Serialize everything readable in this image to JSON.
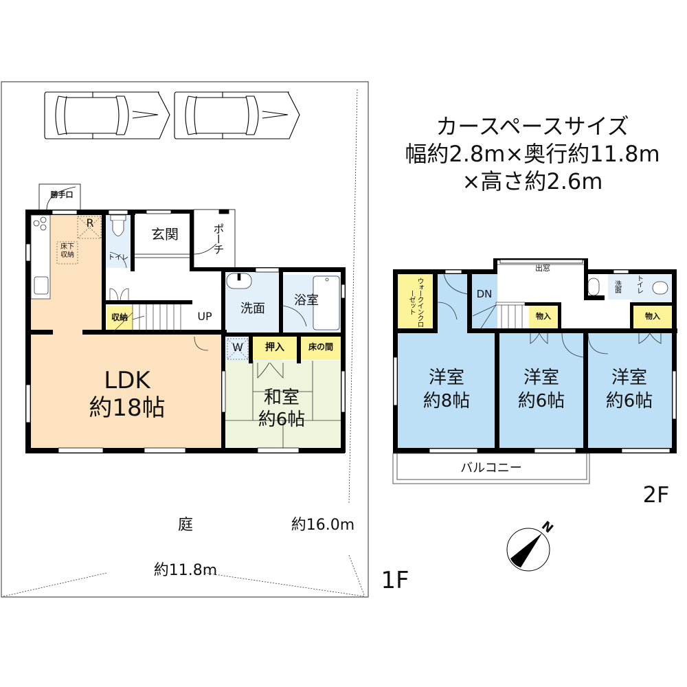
{
  "car_space": {
    "title": "カースペースサイズ",
    "line2": "幅約2.8m×奥行約11.8m",
    "line3": "×高さ約2.6m"
  },
  "floor1": {
    "label": "1F",
    "rooms": {
      "ldk": {
        "name": "LDK",
        "size": "約18帖"
      },
      "washitsu": {
        "name": "和室",
        "size": "約6帖"
      },
      "genkan": "玄関",
      "porch": "ポーチ",
      "toilet": "トイレ",
      "senmen": "洗面",
      "yokushitsu": "浴室",
      "shuno": "収納",
      "oshiire": "押入",
      "tokonoma": "床の間",
      "katteguchi": "勝手口",
      "yukashita": "床下収納",
      "refrigerator": "R",
      "washer": "W",
      "stairs_up": "UP"
    },
    "garden": "庭",
    "dim_depth": "約16.0m",
    "dim_width": "約11.8m"
  },
  "floor2": {
    "label": "2F",
    "rooms": {
      "yoshitsu1": {
        "name": "洋室",
        "size": "約8帖"
      },
      "yoshitsu2": {
        "name": "洋室",
        "size": "約6帖"
      },
      "yoshitsu3": {
        "name": "洋室",
        "size": "約6帖"
      },
      "wic": "ウォークインクローゼット",
      "demado": "出窓",
      "stairs_down": "DN",
      "storage1": "物入",
      "storage2": "物入",
      "senmen": "洗面",
      "toilet": "トイレ",
      "balcony": "バルコニー"
    }
  },
  "compass": {
    "north_label": "N"
  },
  "colors": {
    "ldk": "#fde2c0",
    "washitsu": "#eef5dc",
    "wet": "#e3f0fa",
    "yoshitsu": "#bde0f6",
    "storage": "#fdf49a",
    "wall": "#000000"
  }
}
